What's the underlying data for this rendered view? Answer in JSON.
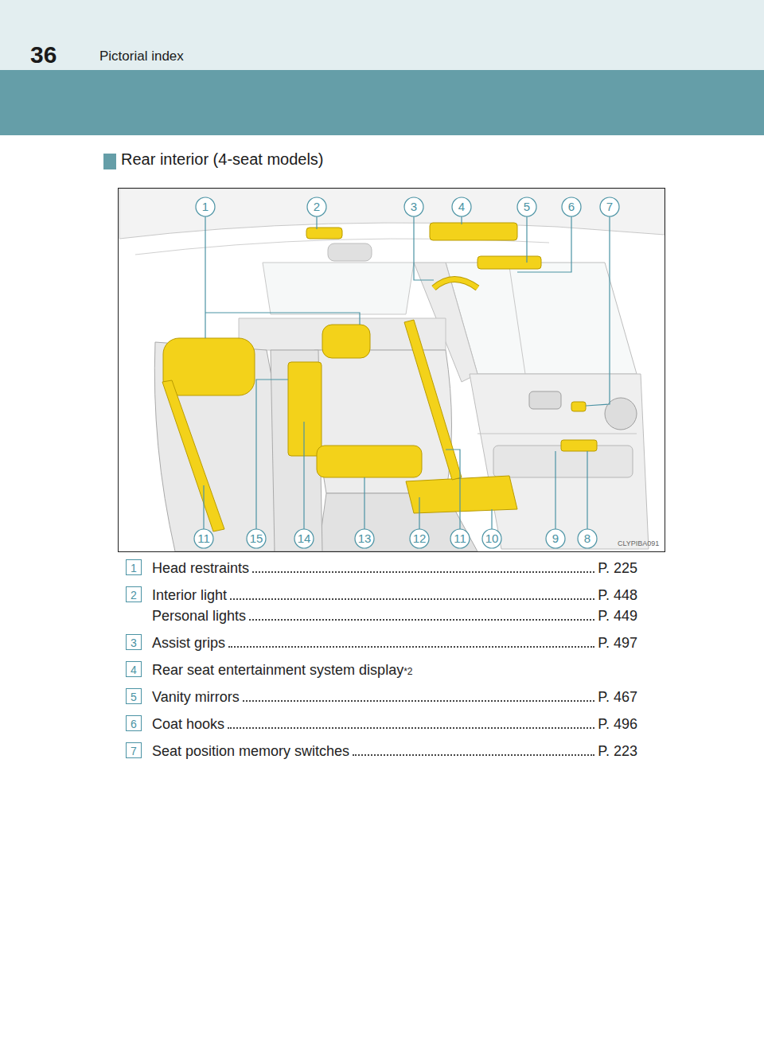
{
  "diagram": {
    "title": "Rear interior (4-seat models)",
    "labels": [
      "36",
      "Pictorial index",
      "1",
      "2",
      "3",
      "4",
      "5",
      "6",
      "7",
      "11",
      "15",
      "14",
      "13",
      "12",
      "11",
      "10",
      "9",
      "8",
      "CLYPIBA091",
      "1",
      "Head restraints",
      "P. 225",
      "2",
      "Interior light",
      "P. 448",
      "Personal lights",
      "P. 449",
      "3",
      "Assist grips",
      "P. 497",
      "4",
      "Rear seat entertainment system display",
      "*2",
      "5",
      "Vanity mirrors",
      "P. 467",
      "6",
      "Coat hooks",
      "P. 496",
      "7",
      "Seat position memory switches",
      "P. 223"
    ]
  }
}
